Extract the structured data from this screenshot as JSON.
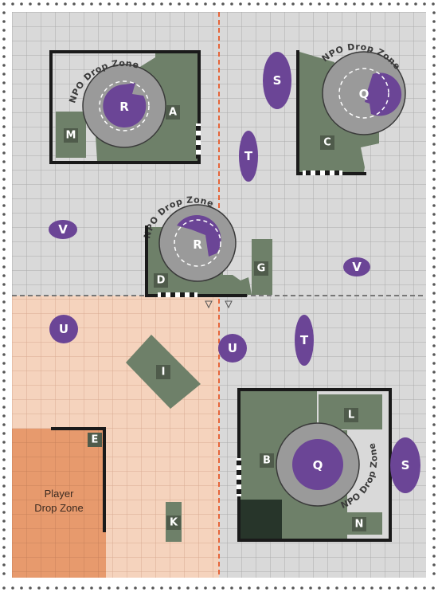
{
  "map": {
    "zone_label": "NPO Drop Zone",
    "player_zone_line1": "Player",
    "player_zone_line2": "Drop Zone",
    "colors": {
      "board": "#d9d9d9",
      "grid": "#a9a9a9",
      "terrain": "#6e8069",
      "wall": "#1a1a1a",
      "token": "#6b4596",
      "divider": "#e6653a",
      "player_zone": "#f5d3bd",
      "player_drop": "#e79a6d"
    }
  },
  "terrain_labels": {
    "A": "A",
    "B": "B",
    "C": "C",
    "D": "D",
    "E": "E",
    "G": "G",
    "I": "I",
    "K": "K",
    "L": "L",
    "M": "M",
    "N": "N"
  },
  "objectives": {
    "R_top": "R",
    "Q_top": "Q",
    "R_mid": "R",
    "Q_bottom": "Q"
  },
  "tokens": {
    "S_top": "S",
    "T_top": "T",
    "V_left": "V",
    "V_right": "V",
    "U_left": "U",
    "U_center": "U",
    "T_right": "T",
    "S_right": "S"
  }
}
